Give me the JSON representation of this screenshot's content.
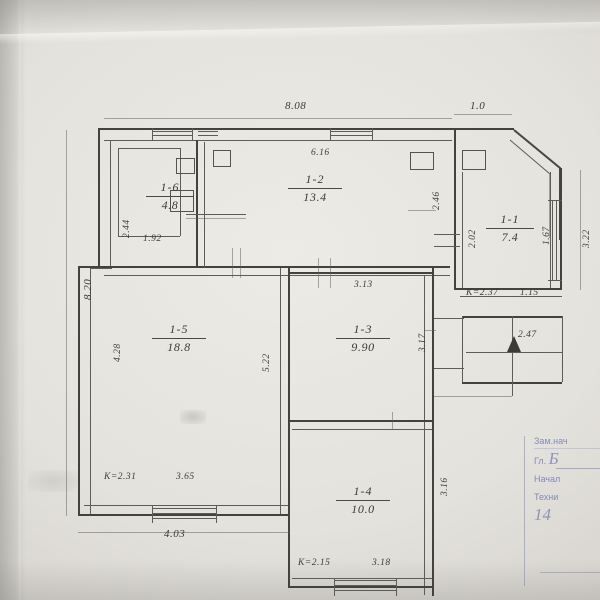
{
  "document": {
    "type": "hand-drawn architectural floor plan",
    "medium": "pencil on aged paper with blue ink stamp"
  },
  "rooms": [
    {
      "id": "room-1-1",
      "number": "1-1",
      "area": "7.4"
    },
    {
      "id": "room-1-2",
      "number": "1-2",
      "area": "13.4"
    },
    {
      "id": "room-1-3",
      "number": "1-3",
      "area": "9.90"
    },
    {
      "id": "room-1-4",
      "number": "1-4",
      "area": "10.0"
    },
    {
      "id": "room-1-5",
      "number": "1-5",
      "area": "18.8"
    },
    {
      "id": "room-1-6",
      "number": "1-6",
      "area": "4.8"
    }
  ],
  "dimensions": {
    "top_main": "8.08",
    "top_right": "1.0",
    "top_inner": "6.16",
    "left_overall": "8.20",
    "left_room15": "4.28",
    "left_room16": "2.44",
    "inner_192": "1.92",
    "mid_vertical_522": "5.22",
    "mid_horizontal_313": "3.13",
    "right_246": "2.46",
    "right_202": "2.02",
    "right_317": "3.17",
    "right_316": "3.16",
    "right_167": "1.67",
    "right_far_322": "3.22",
    "bottom_left_365": "3.65",
    "bottom_left_403": "4.03",
    "bottom_center_318": "3.18",
    "right_115": "1.15",
    "right_247": "2.47"
  },
  "coefficients": {
    "k_left": "K=2.31",
    "k_center": "K=2.15",
    "k_right": "K=2.37"
  },
  "stamp": {
    "line1": "Зам.нач",
    "line2": "Гл.",
    "line3": "Начал",
    "line4": "Техни",
    "signature1": "Б",
    "signature2": "14"
  }
}
